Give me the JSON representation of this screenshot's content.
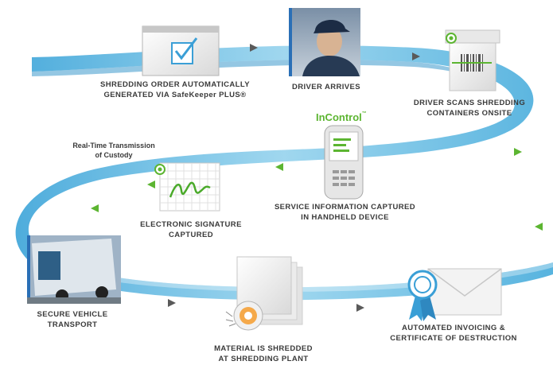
{
  "steps": {
    "order": {
      "line1": "SHREDDING ORDER AUTOMATICALLY",
      "line2": "GENERATED VIA SafeKeeper PLUS®"
    },
    "driver": {
      "line1": "DRIVER ARRIVES"
    },
    "scan": {
      "line1": "DRIVER SCANS SHREDDING",
      "line2": "CONTAINERS ONSITE"
    },
    "handheld": {
      "line1": "SERVICE INFORMATION CAPTURED",
      "line2": "IN HANDHELD DEVICE"
    },
    "signature": {
      "line1": "ELECTRONIC SIGNATURE",
      "line2": "CAPTURED"
    },
    "transport": {
      "line1": "SECURE VEHICLE",
      "line2": "TRANSPORT"
    },
    "shred": {
      "line1": "MATERIAL IS SHREDDED",
      "line2": "AT SHREDDING PLANT"
    },
    "invoice": {
      "line1": "AUTOMATED INVOICING &",
      "line2": "CERTIFICATE OF DESTRUCTION"
    }
  },
  "realtime": {
    "line1": "Real-Time Transmission",
    "line2": "of Custody"
  },
  "brand": {
    "name": "InControl",
    "mark": "™"
  },
  "colors": {
    "ribbon": "#39a5d8",
    "ribbon_light": "#bfe4f3",
    "accent_green": "#5cb531",
    "arrow_gray": "#5a5a5a"
  }
}
